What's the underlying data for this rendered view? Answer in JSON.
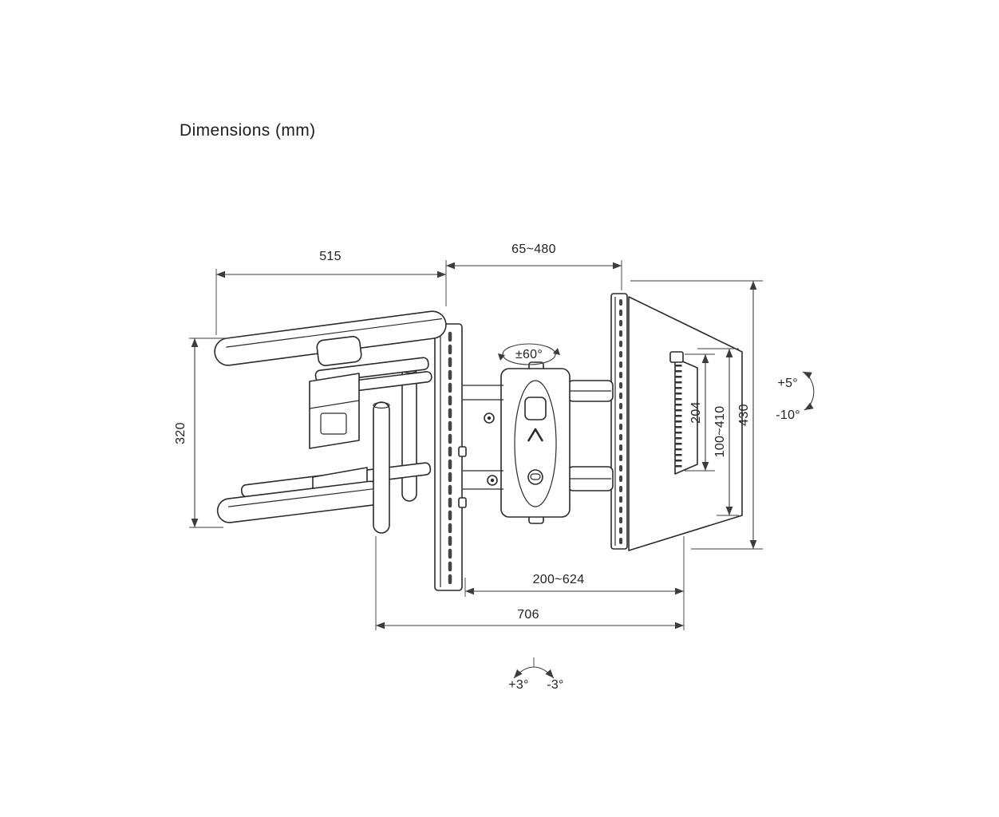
{
  "page": {
    "background": "#ffffff",
    "line_color": "#2b2b2b",
    "dimension_line_color": "#3c3c3c"
  },
  "labels": {
    "title": "Dimensions (mm)",
    "arm_length": "515",
    "extension_range": "65~480",
    "wall_plate_height": "320",
    "swivel_range": "±60°",
    "bracket_height": "204",
    "vesa_height_range": "100~410",
    "overall_height": "430",
    "tilt_up": "+5°",
    "tilt_down": "-10°",
    "vesa_width_range": "200~624",
    "overall_width": "706",
    "level_plus": "+3°",
    "level_minus": "-3°"
  }
}
